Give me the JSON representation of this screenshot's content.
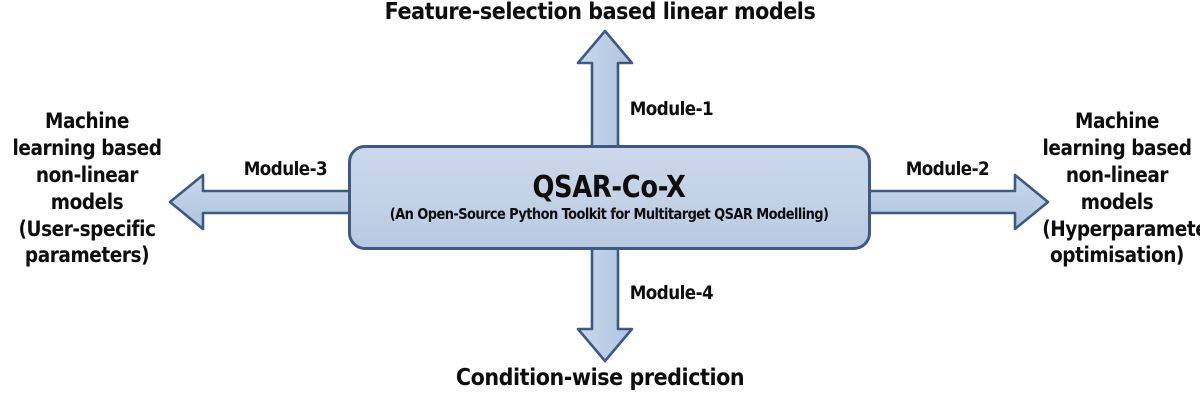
{
  "diagram": {
    "type": "hub-and-spoke",
    "background_color": "#ffffff",
    "center": {
      "title": "QSAR-Co-X",
      "subtitle": "(An Open-Source Python Toolkit for Multitarget QSAR Modelling)",
      "fill_color": "#c5d3e8",
      "border_color": "#3c5a85"
    },
    "arrows": {
      "fill_color": "#b9cce4",
      "stroke_color": "#3c5a85",
      "directions": [
        "up",
        "right",
        "left",
        "down"
      ]
    },
    "branches": [
      {
        "module": "Module-1",
        "direction": "up",
        "label_lines": [
          "Feature-selection based linear models"
        ]
      },
      {
        "module": "Module-2",
        "direction": "right",
        "label_lines": [
          "Machine",
          "learning based",
          "non-linear",
          "models",
          "(Hyperparameter",
          "optimisation)"
        ]
      },
      {
        "module": "Module-3",
        "direction": "left",
        "label_lines": [
          "Machine",
          "learning based",
          "non-linear",
          "models",
          "(User-specific",
          "parameters)"
        ]
      },
      {
        "module": "Module-4",
        "direction": "down",
        "label_lines": [
          "Condition-wise prediction"
        ]
      }
    ]
  }
}
